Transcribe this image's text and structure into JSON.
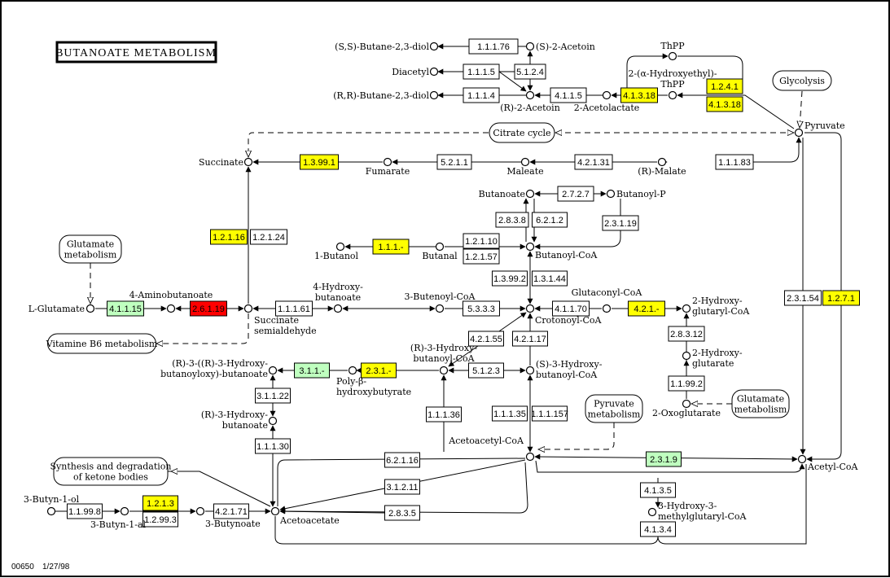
{
  "title": "BUTANOATE METABOLISM",
  "footer": {
    "map_id": "00650",
    "date": "1/27/98"
  },
  "colors": {
    "none": "#ffffff",
    "yellow": "#ffff00",
    "green": "#bfffbf",
    "red": "#ff0000",
    "border": "#000000"
  },
  "compounds": [
    {
      "id": "ss_butanediol",
      "label": "(S,S)-Butane-2,3-diol"
    },
    {
      "id": "diacetyl",
      "label": "Diacetyl"
    },
    {
      "id": "rr_butanediol",
      "label": "(R,R)-Butane-2,3-diol"
    },
    {
      "id": "s_acetoin",
      "label": "(S)-2-Acetoin"
    },
    {
      "id": "r_acetoin",
      "label": "(R)-2-Acetoin"
    },
    {
      "id": "acetolactate",
      "label": "2-Acetolactate"
    },
    {
      "id": "thpp",
      "label": "ThPP"
    },
    {
      "id": "hydroxyethyl_thpp",
      "label": "2-(α-Hydroxyethyl)-ThPP"
    },
    {
      "id": "pyruvate",
      "label": "Pyruvate"
    },
    {
      "id": "succinate",
      "label": "Succinate"
    },
    {
      "id": "fumarate",
      "label": "Fumarate"
    },
    {
      "id": "maleate",
      "label": "Maleate"
    },
    {
      "id": "r_malate",
      "label": "(R)-Malate"
    },
    {
      "id": "butanoate",
      "label": "Butanoate"
    },
    {
      "id": "butanoyl_p",
      "label": "Butanoyl-P"
    },
    {
      "id": "butanol",
      "label": "1-Butanol"
    },
    {
      "id": "butanal",
      "label": "Butanal"
    },
    {
      "id": "butanoyl_coa",
      "label": "Butanoyl-CoA"
    },
    {
      "id": "l_glutamate",
      "label": "L-Glutamate"
    },
    {
      "id": "aminobutanoate",
      "label": "4-Aminobutanoate"
    },
    {
      "id": "succ_semialdehyde",
      "label": "Succinate semialdehyde"
    },
    {
      "id": "hydroxybutanoate4",
      "label": "4-Hydroxy-butanoate"
    },
    {
      "id": "butenoyl_coa",
      "label": "3-Butenoyl-CoA"
    },
    {
      "id": "crotonoyl_coa",
      "label": "Crotonoyl-CoA"
    },
    {
      "id": "glutaconyl_coa",
      "label": "Glutaconyl-CoA"
    },
    {
      "id": "hydroxyglutaryl_coa",
      "label": "2-Hydroxy-glutaryl-CoA"
    },
    {
      "id": "hydroxyglutarate",
      "label": "2-Hydroxy-glutarate"
    },
    {
      "id": "oxoglutarate",
      "label": "2-Oxoglutarate"
    },
    {
      "id": "r3hb_coa",
      "label": "(R)-3-Hydroxy-butanoyl-CoA"
    },
    {
      "id": "s3hb_coa",
      "label": "(S)-3-Hydroxy-butanoyl-CoA"
    },
    {
      "id": "r3r3hbb",
      "label": "(R)-3-((R)-3-Hydroxy-butanoyloxy)-butanoate"
    },
    {
      "id": "phb",
      "label": "Poly-β-hydroxybutyrate"
    },
    {
      "id": "r3hb",
      "label": "(R)-3-Hydroxy-butanoate"
    },
    {
      "id": "acetoacetyl_coa",
      "label": "Acetoacetyl-CoA"
    },
    {
      "id": "acetyl_coa",
      "label": "Acetyl-CoA"
    },
    {
      "id": "acetoacetate",
      "label": "Acetoacetate"
    },
    {
      "id": "hmg_coa",
      "label": "3-Hydroxy-3-methylglutaryl-CoA"
    },
    {
      "id": "butynol",
      "label": "3-Butyn-1-ol"
    },
    {
      "id": "butynal",
      "label": "3-Butyn-1-al"
    },
    {
      "id": "butynoate",
      "label": "3-Butynoate"
    }
  ],
  "enzymes": [
    {
      "ec": "1.1.1.76",
      "status": "none"
    },
    {
      "ec": "5.1.2.4",
      "status": "none"
    },
    {
      "ec": "1.1.1.5",
      "status": "none"
    },
    {
      "ec": "1.1.1.4",
      "status": "none"
    },
    {
      "ec": "4.1.1.5",
      "status": "none"
    },
    {
      "ec": "4.1.3.18",
      "status": "yellow"
    },
    {
      "ec": "1.2.4.1",
      "status": "yellow"
    },
    {
      "ec": "4.1.3.18",
      "status": "yellow"
    },
    {
      "ec": "1.3.99.1",
      "status": "yellow"
    },
    {
      "ec": "5.2.1.1",
      "status": "none"
    },
    {
      "ec": "4.2.1.31",
      "status": "none"
    },
    {
      "ec": "1.1.1.83",
      "status": "none"
    },
    {
      "ec": "2.7.2.7",
      "status": "none"
    },
    {
      "ec": "2.8.3.8",
      "status": "none"
    },
    {
      "ec": "6.2.1.2",
      "status": "none"
    },
    {
      "ec": "2.3.1.19",
      "status": "none"
    },
    {
      "ec": "1.2.1.16",
      "status": "yellow"
    },
    {
      "ec": "1.2.1.24",
      "status": "none"
    },
    {
      "ec": "1.1.1.-",
      "status": "yellow"
    },
    {
      "ec": "1.2.1.10",
      "status": "none"
    },
    {
      "ec": "1.2.1.57",
      "status": "none"
    },
    {
      "ec": "1.3.99.2",
      "status": "none"
    },
    {
      "ec": "1.3.1.44",
      "status": "none"
    },
    {
      "ec": "4.1.1.15",
      "status": "green"
    },
    {
      "ec": "2.6.1.19",
      "status": "red"
    },
    {
      "ec": "1.1.1.61",
      "status": "none"
    },
    {
      "ec": "5.3.3.3",
      "status": "none"
    },
    {
      "ec": "4.1.1.70",
      "status": "none"
    },
    {
      "ec": "4.2.1.-",
      "status": "yellow"
    },
    {
      "ec": "2.3.1.54",
      "status": "none"
    },
    {
      "ec": "1.2.7.1",
      "status": "yellow"
    },
    {
      "ec": "2.8.3.12",
      "status": "none"
    },
    {
      "ec": "4.2.1.55",
      "status": "none"
    },
    {
      "ec": "4.2.1.17",
      "status": "none"
    },
    {
      "ec": "3.1.1.-",
      "status": "green"
    },
    {
      "ec": "2.3.1.-",
      "status": "yellow"
    },
    {
      "ec": "5.1.2.3",
      "status": "none"
    },
    {
      "ec": "1.1.99.2",
      "status": "none"
    },
    {
      "ec": "3.1.1.22",
      "status": "none"
    },
    {
      "ec": "1.1.1.36",
      "status": "none"
    },
    {
      "ec": "1.1.1.35",
      "status": "none"
    },
    {
      "ec": "1.1.1.157",
      "status": "none"
    },
    {
      "ec": "1.1.1.30",
      "status": "none"
    },
    {
      "ec": "6.2.1.16",
      "status": "none"
    },
    {
      "ec": "2.3.1.9",
      "status": "green"
    },
    {
      "ec": "3.1.2.11",
      "status": "none"
    },
    {
      "ec": "2.8.3.5",
      "status": "none"
    },
    {
      "ec": "4.1.3.5",
      "status": "none"
    },
    {
      "ec": "4.1.3.4",
      "status": "none"
    },
    {
      "ec": "1.1.99.8",
      "status": "none"
    },
    {
      "ec": "1.2.1.3",
      "status": "yellow"
    },
    {
      "ec": "1.2.99.3",
      "status": "none"
    },
    {
      "ec": "4.2.1.71",
      "status": "none"
    }
  ],
  "maps": [
    {
      "id": "glycolysis",
      "label": "Glycolysis"
    },
    {
      "id": "citrate_cycle",
      "label": "Citrate cycle"
    },
    {
      "id": "glutamate_metabolism_1",
      "label": "Glutamate metabolism"
    },
    {
      "id": "vitamine_b6",
      "label": "Vitamine B6 metabolism"
    },
    {
      "id": "pyruvate_metabolism",
      "label": "Pyruvate metabolism"
    },
    {
      "id": "glutamate_metabolism_2",
      "label": "Glutamate metabolism"
    },
    {
      "id": "ketone_bodies",
      "label": "Synthesis and degradation of ketone bodies"
    }
  ]
}
